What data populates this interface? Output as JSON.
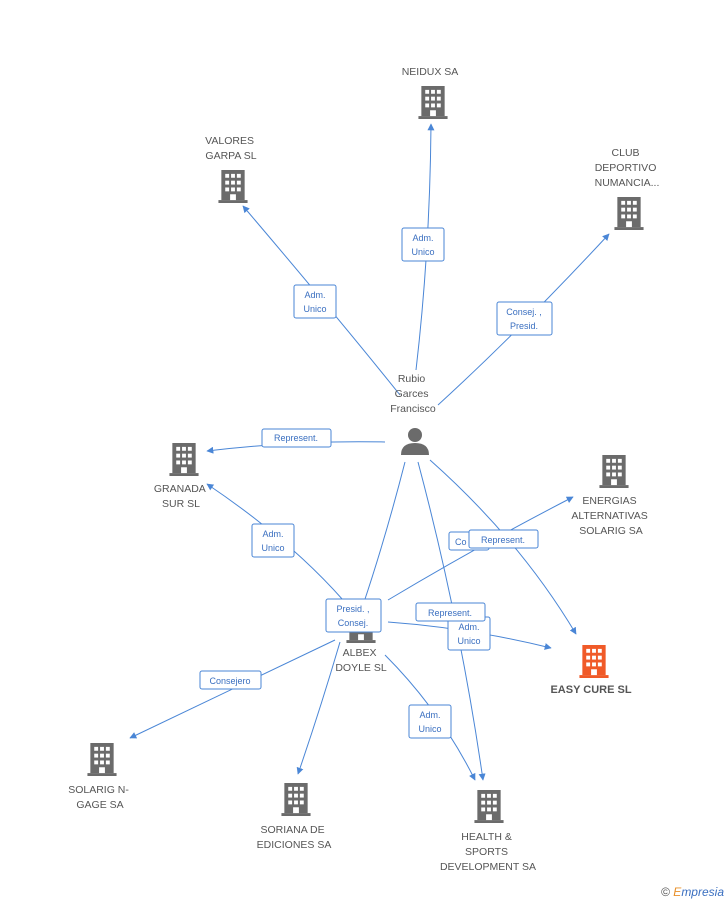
{
  "person": {
    "name_lines": [
      "Rubio",
      "Garces",
      "Francisco"
    ]
  },
  "companies": [
    {
      "id": "neidux",
      "lines": [
        "NEIDUX SA"
      ]
    },
    {
      "id": "valores",
      "lines": [
        "VALORES",
        "GARPA SL"
      ]
    },
    {
      "id": "club",
      "lines": [
        "CLUB",
        "DEPORTIVO",
        "NUMANCIA..."
      ]
    },
    {
      "id": "granada",
      "lines": [
        "GRANADA",
        "SUR SL"
      ]
    },
    {
      "id": "energias",
      "lines": [
        "ENERGIAS",
        "ALTERNATIVAS",
        "SOLARIG SA"
      ]
    },
    {
      "id": "albex",
      "lines": [
        "ALBEX",
        "DOYLE  SL"
      ]
    },
    {
      "id": "easycure",
      "lines": [
        "EASY CURE SL"
      ],
      "focus": true
    },
    {
      "id": "solarig",
      "lines": [
        "SOLARIG N-",
        "GAGE SA"
      ]
    },
    {
      "id": "soriana",
      "lines": [
        "SORIANA DE",
        "EDICIONES SA"
      ]
    },
    {
      "id": "health",
      "lines": [
        "HEALTH &",
        "SPORTS",
        "DEVELOPMENT SA"
      ]
    }
  ],
  "edges": [
    {
      "id": "e-neidux",
      "lines": [
        "Adm.",
        "Unico"
      ]
    },
    {
      "id": "e-valores",
      "lines": [
        "Adm.",
        "Unico"
      ]
    },
    {
      "id": "e-club",
      "lines": [
        "Consej. ,",
        "Presid."
      ]
    },
    {
      "id": "e-granada-rep",
      "lines": [
        "Represent."
      ]
    },
    {
      "id": "e-granada-adm",
      "lines": [
        "Adm.",
        "Unico"
      ]
    },
    {
      "id": "e-energias-co",
      "lines": [
        "Co"
      ]
    },
    {
      "id": "e-energias-rep",
      "lines": [
        "Represent."
      ]
    },
    {
      "id": "e-albex",
      "lines": [
        "Presid. ,",
        "Consej."
      ]
    },
    {
      "id": "e-easy-rep",
      "lines": [
        "Represent."
      ]
    },
    {
      "id": "e-easy-adm",
      "lines": [
        "Adm.",
        "Unico"
      ]
    },
    {
      "id": "e-solarig",
      "lines": [
        "Consejero"
      ]
    },
    {
      "id": "e-health",
      "lines": [
        "Adm.",
        "Unico"
      ]
    }
  ],
  "colors": {
    "building": "#6b6b6b",
    "building_focus": "#f05a28",
    "edge": "#4a86d6",
    "person": "#6b6b6b"
  },
  "brand": {
    "copyright": "©",
    "e": "E",
    "rest": "mpresia"
  }
}
